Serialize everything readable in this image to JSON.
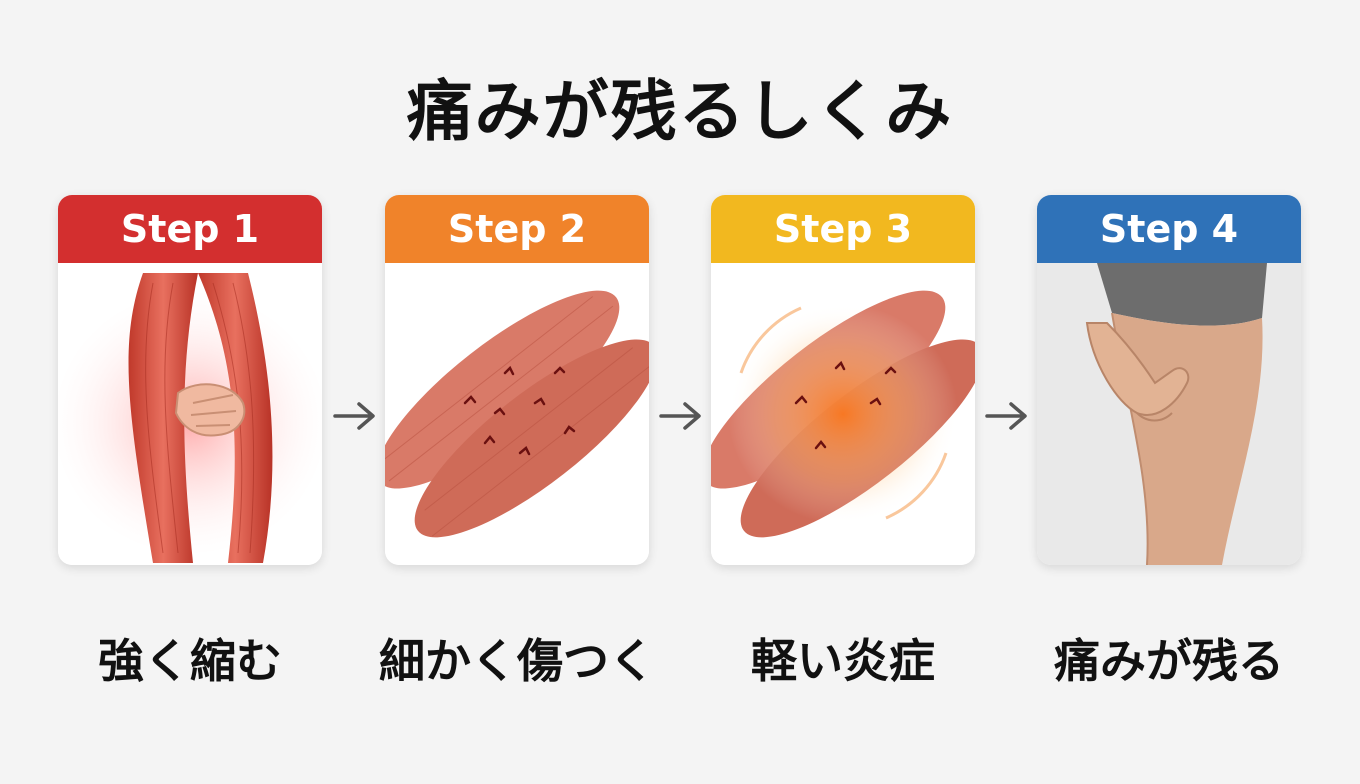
{
  "title": "痛みが残るしくみ",
  "steps": [
    {
      "label": "Step 1",
      "caption": "強く縮む",
      "color": "#d32f2f",
      "image_icon": "contracting-muscle-icon"
    },
    {
      "label": "Step 2",
      "caption": "細かく傷つく",
      "color": "#f0832a",
      "image_icon": "micro-tear-muscle-icon"
    },
    {
      "label": "Step 3",
      "caption": "軽い炎症",
      "color": "#f2b81f",
      "image_icon": "inflamed-muscle-icon"
    },
    {
      "label": "Step 4",
      "caption": "痛みが残る",
      "color": "#2f72b8",
      "image_icon": "sore-leg-icon"
    }
  ],
  "arrow_icon": "right-arrow-icon"
}
